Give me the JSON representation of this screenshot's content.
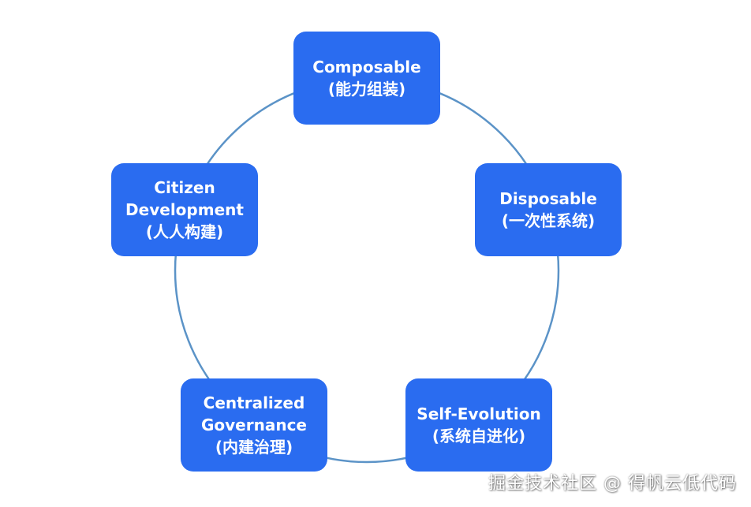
{
  "diagram": {
    "ring_color": "#5b93c7",
    "node_color": "#2a6cf0",
    "nodes": [
      {
        "id": "composable",
        "lines": [
          "Composable",
          "(能力组装)"
        ]
      },
      {
        "id": "disposable",
        "lines": [
          "Disposable",
          "(一次性系统)"
        ]
      },
      {
        "id": "self-evolution",
        "lines": [
          "Self-Evolution",
          "(系统自进化)"
        ]
      },
      {
        "id": "centralized",
        "lines": [
          "Centralized",
          "Governance",
          "(内建治理)"
        ]
      },
      {
        "id": "citizen",
        "lines": [
          "Citizen",
          "Development",
          "(人人构建)"
        ]
      }
    ]
  },
  "watermark": {
    "text": "掘金技术社区 @ 得帆云低代码"
  }
}
